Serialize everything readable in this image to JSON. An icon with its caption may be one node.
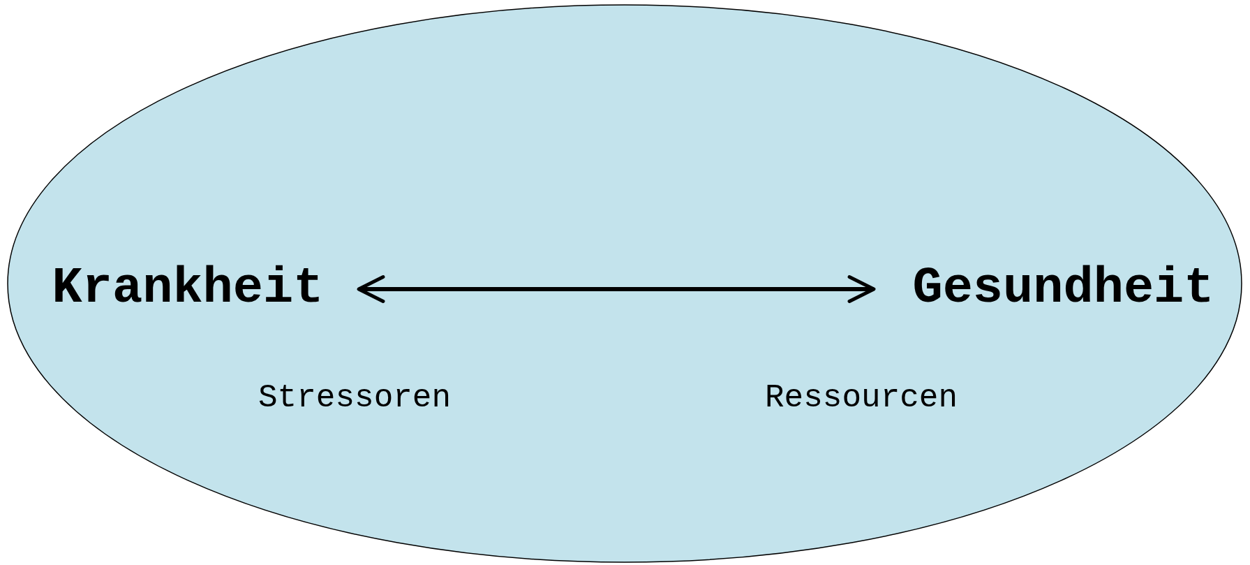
{
  "diagram": {
    "nodes": [
      {
        "text": [],
        "shape": "ellipse"
      },
      {
        "text": [
          "Krankheit"
        ],
        "in": 0
      },
      {
        "text": [
          "Gesundheit"
        ],
        "in": 0
      }
    ],
    "edges": [
      {
        "from": 1,
        "to": 2,
        "arrow": "both"
      }
    ],
    "labels": [
      "Stressoren",
      "Ressourcen"
    ]
  }
}
